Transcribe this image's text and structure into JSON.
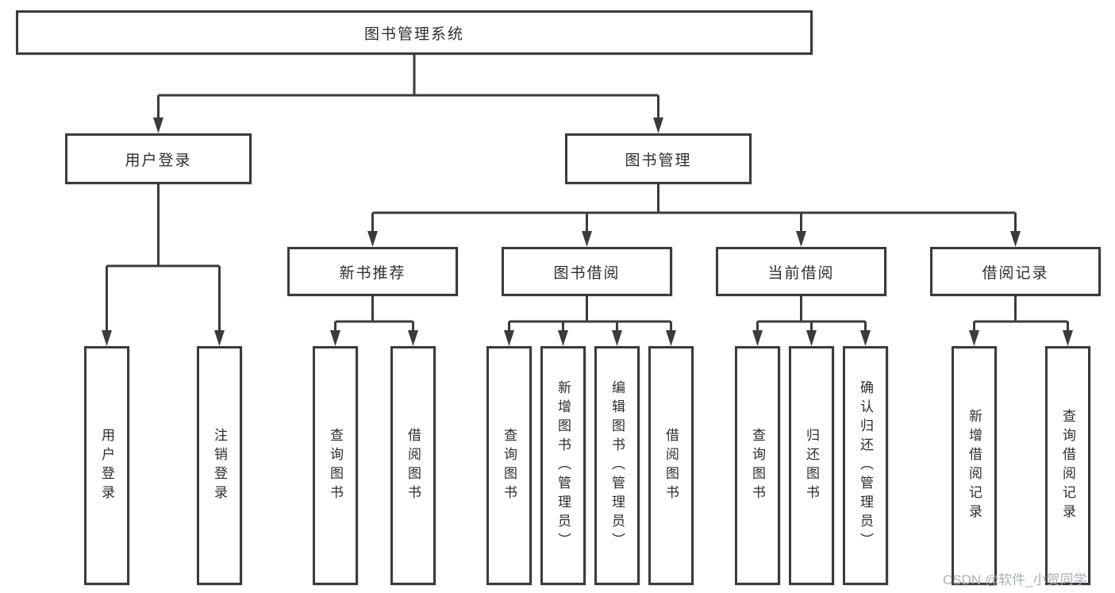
{
  "diagram": {
    "type": "hierarchy-tree",
    "title": "图书管理系统",
    "line_color": "#3b3b3b",
    "box_border_color": "#3b3b3b",
    "text_color": "#2d2d2d",
    "root": {
      "label": "图书管理系统"
    },
    "branches": [
      {
        "label": "用户登录",
        "children": [
          "用户登录",
          "注销登录"
        ]
      },
      {
        "label": "图书管理",
        "children": [
          {
            "label": "新书推荐",
            "children": [
              "查询图书",
              "借阅图书"
            ]
          },
          {
            "label": "图书借阅",
            "children": [
              "查询图书",
              "新增图书（管理员）",
              "编辑图书（管理员）",
              "借阅图书"
            ]
          },
          {
            "label": "当前借阅",
            "children": [
              "查询图书",
              "归还图书",
              "确认归还（管理员）"
            ]
          },
          {
            "label": "借阅记录",
            "children": [
              "新增借阅记录",
              "查询借阅记录"
            ]
          }
        ]
      }
    ]
  },
  "watermark": {
    "text": "CSDN @软件_小贺同学",
    "color": "#a9aeb8"
  }
}
